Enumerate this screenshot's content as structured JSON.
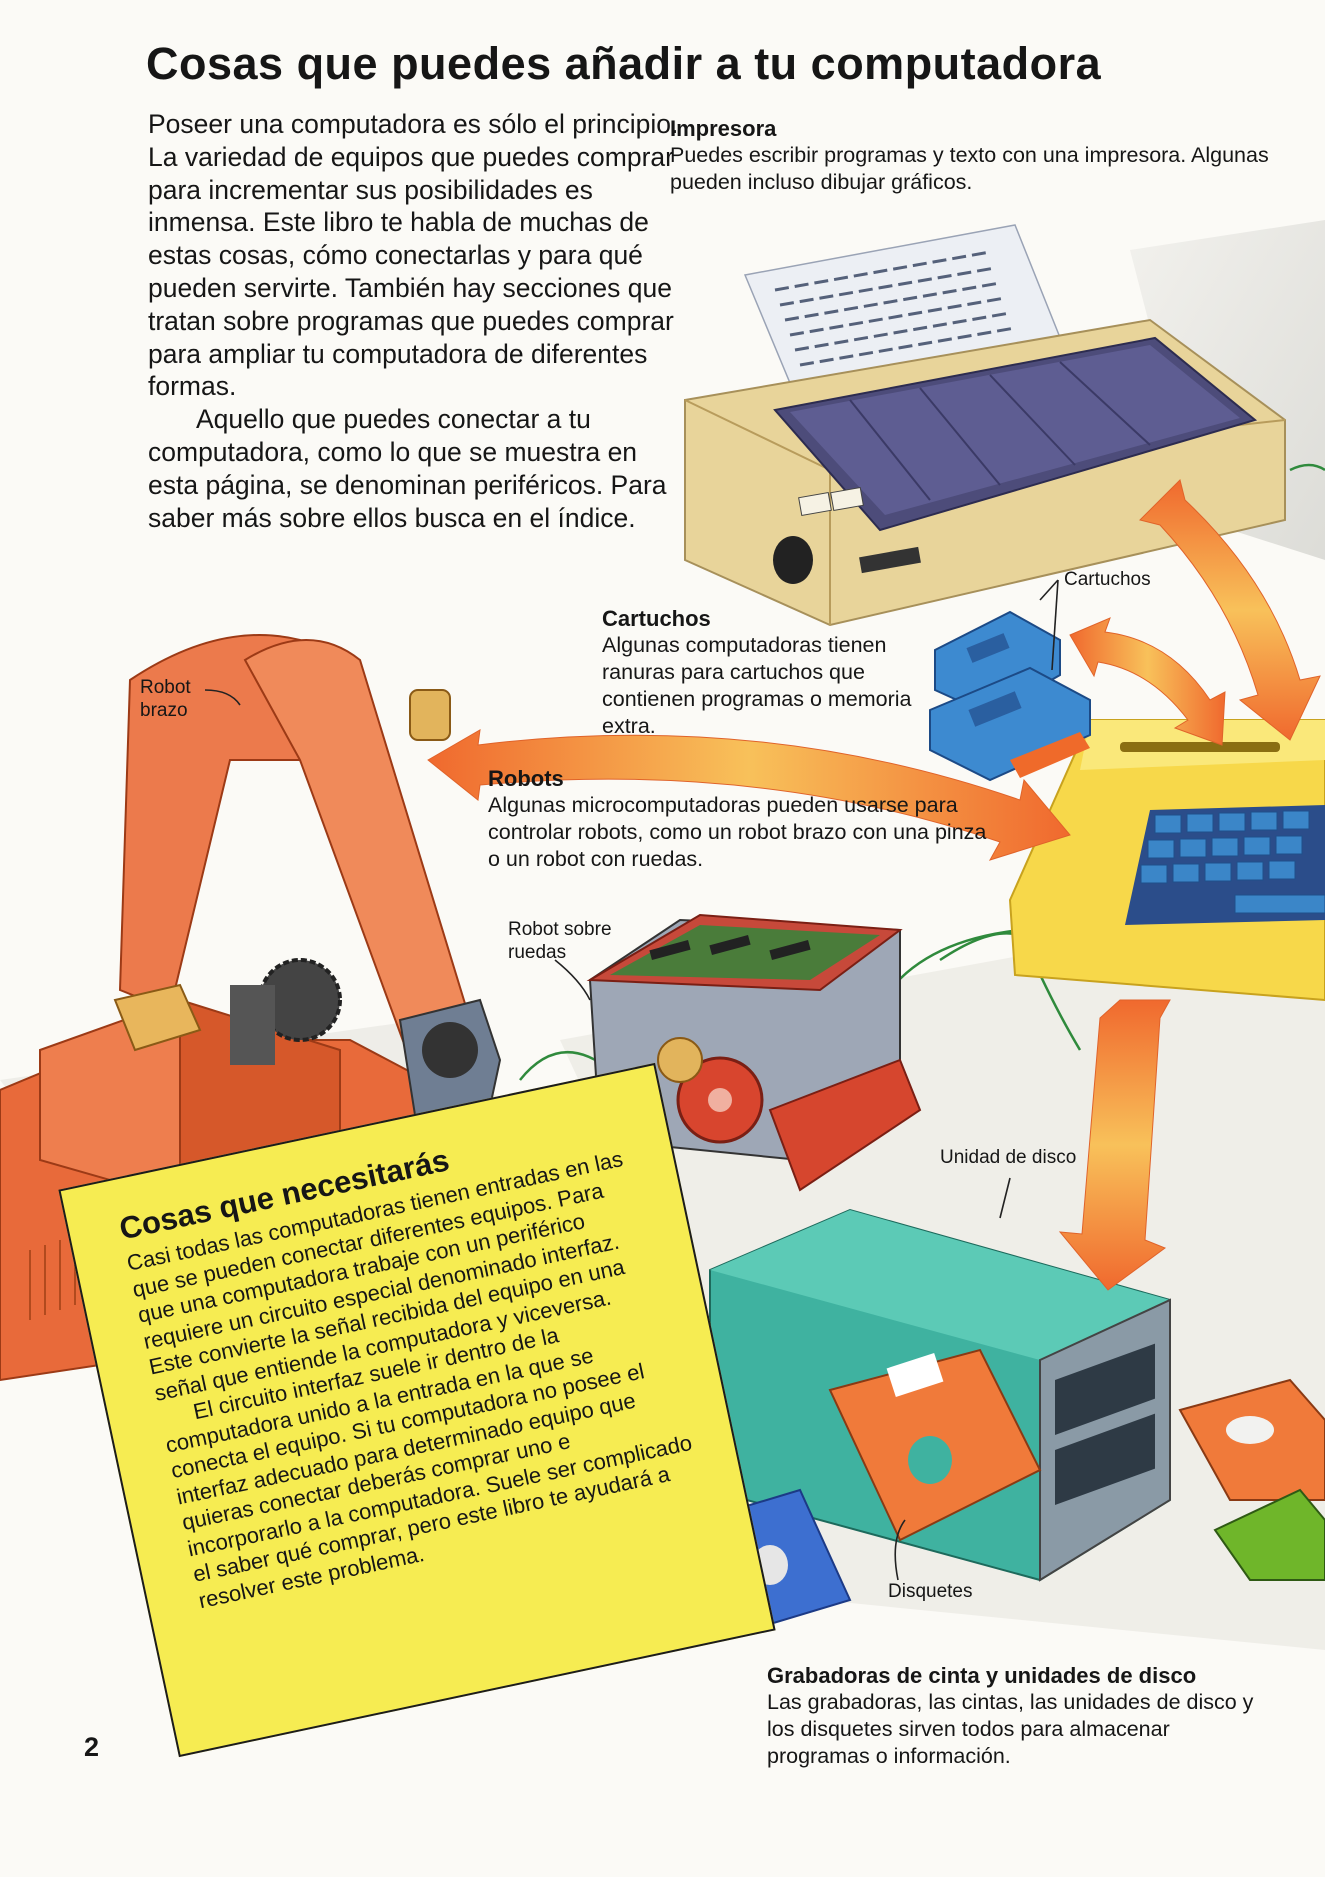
{
  "title": "Cosas que puedes añadir a tu computadora",
  "intro": {
    "p1": "Poseer una computadora es sólo el principio. La variedad de equipos que puedes comprar para incrementar sus posibilidades es inmensa. Este libro te habla de muchas de estas cosas, cómo conectarlas y para qué pueden servirte. También hay secciones que tratan sobre programas que puedes comprar para ampliar tu computadora de diferentes formas.",
    "p2": "Aquello que puedes conectar a tu computadora, como lo que se muestra en esta página, se denominan periféricos. Para saber más sobre ellos busca en el índice."
  },
  "impresora": {
    "heading": "Impresora",
    "body": "Puedes escribir programas y texto con una impresora. Algunas pueden incluso dibujar gráficos."
  },
  "cartuchos": {
    "heading": "Cartuchos",
    "body": "Algunas computadoras tienen ranuras para cartuchos que contienen programas o memoria extra."
  },
  "robots": {
    "heading": "Robots",
    "body": "Algunas microcomputadoras pueden usarse para controlar robots, como un robot brazo con una pinza o un robot con ruedas."
  },
  "grabadoras": {
    "heading": "Grabadoras de cinta y unidades de disco",
    "body": "Las grabadoras, las cintas, las unidades de disco y los disquetes sirven todos para almacenar programas o información."
  },
  "labels": {
    "cartuchos": "Cartuchos",
    "robot_brazo_1": "Robot",
    "robot_brazo_2": "brazo",
    "robot_ruedas_1": "Robot sobre",
    "robot_ruedas_2": "ruedas",
    "unidad_disco": "Unidad de disco",
    "disquetes": "Disquetes"
  },
  "necesitaras": {
    "heading": "Cosas que necesitarás",
    "p1": "Casi todas las computadoras tienen entradas en las que se pueden conectar diferentes equipos. Para que una computadora trabaje con un periférico requiere un circuito especial denominado interfaz. Este convierte la señal recibida del equipo en una señal que entiende la computadora y viceversa.",
    "p2": "El circuito interfaz suele ir dentro de la computadora unido a la entrada en la que se conecta el equipo. Si tu computadora no posee el interfaz adecuado para determinado equipo que quieras conectar deberás comprar uno e incorporarlo a la computadora. Suele ser complicado el saber qué comprar, pero este libro te ayudará a resolver este problema."
  },
  "page_number": "2",
  "colors": {
    "arrow": "#f5a23a",
    "robot_arm": "#ec7a4c",
    "computer": "#f7d84a",
    "keys": "#3b86c8",
    "disk_drive": "#3fb2a0",
    "printer_body": "#e8d49a",
    "printer_cover": "#4d4c7a",
    "note_box": "#f6ec52"
  }
}
